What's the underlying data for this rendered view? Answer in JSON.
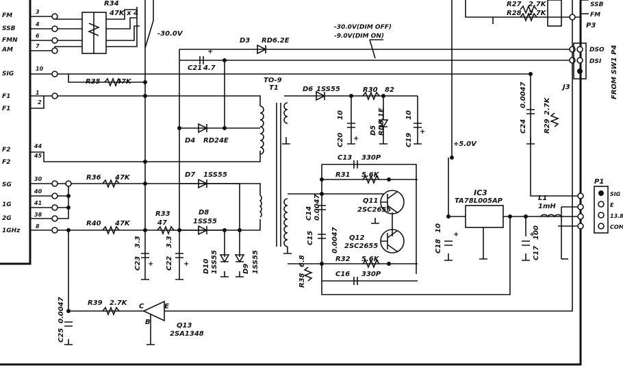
{
  "connector_left": {
    "pin_labels": [
      "FM",
      "SSB",
      "FMN",
      "AM",
      "SIG",
      "F1",
      "F1",
      "F2",
      "F2",
      "SG",
      "1G",
      "2G",
      "1GHz"
    ],
    "pin_numbers": [
      "3",
      "4",
      "6",
      "7",
      "10",
      "1",
      "2",
      "44",
      "45",
      "30",
      "40",
      "41",
      "38",
      "8"
    ]
  },
  "components": {
    "r34": "R34",
    "r34_val": "47K x 4",
    "r35": "R35",
    "r35_val": "47K",
    "r36": "R36",
    "r36_val": "47K",
    "r40": "R40",
    "r40_val": "47K",
    "r33": "R33",
    "r33_val": "47",
    "r39": "R39",
    "r39_val": "2.7K",
    "r30": "R30",
    "r30_val": "82",
    "r31": "R31",
    "r31_val": "5.6K",
    "r32": "R32",
    "r32_val": "5.6K",
    "r38": "R38",
    "r38_val": "6.8",
    "r27": "R27",
    "r27_val": "2.7K",
    "r28": "R28",
    "r28_val": "2.7K",
    "r29": "R29",
    "r29_val": "2.7K",
    "c21": "C21",
    "c21_val": "4.7",
    "c23": "C23",
    "c23_val": "3.3",
    "c22": "C22",
    "c22_val": "3.3",
    "c25": "C25",
    "c25_val": "0.0047",
    "c20": "C20",
    "c20_val": "10",
    "c19": "C19",
    "c19_val": "10",
    "c24": "C24",
    "c24_val": "0.0047",
    "c13": "C13",
    "c13_val": "330P",
    "c16": "C16",
    "c16_val": "330P",
    "c14": "C14",
    "c14_val": "0.0047",
    "c15": "C15",
    "c15_val": "0.0047",
    "c18": "C18",
    "c18_val": "10",
    "c17": "C17",
    "c17_val": "100",
    "d3": "D3",
    "d3_val": "RD6.2E",
    "d4": "D4",
    "d4_val": "RD24E",
    "d7": "D7",
    "d7_val": "1SS55",
    "d8": "D8",
    "d8_val": "1SS55",
    "d10": "D10",
    "d10_val": "1SS55",
    "d9": "D9",
    "d9_val": "1SS55",
    "d6": "D6",
    "d6_val": "1SS55",
    "d5": "D5",
    "d5_val": "RD5.1E",
    "t1": "T1",
    "t1_val": "TO-9",
    "q11": "Q11",
    "q11_val": "2SC2655",
    "q12": "Q12",
    "q12_val": "2SC2655",
    "q13": "Q13",
    "q13_val": "2SA1348",
    "q13_c": "C",
    "q13_e": "E",
    "q13_b": "B",
    "ic3": "IC3",
    "ic3_val": "TA78L005AP",
    "l1": "L1",
    "l1_val": "1mH"
  },
  "nets": {
    "neg30": "-30.0V",
    "dim_off": "-30.0V(DIM OFF)",
    "dim_on": "-9.0V(DIM ON)",
    "plus5": "+5.0V",
    "plus": "+"
  },
  "connectors": {
    "p3": "P3",
    "p3_pins": [
      "SSB",
      "FM"
    ],
    "j3": "J3",
    "j3_pins": [
      "DSO",
      "DSI"
    ],
    "from_sw": "FROM SW1 P4",
    "p1": "P1",
    "p1_pins": [
      "SIG",
      "E",
      "13.8",
      "COM"
    ]
  }
}
